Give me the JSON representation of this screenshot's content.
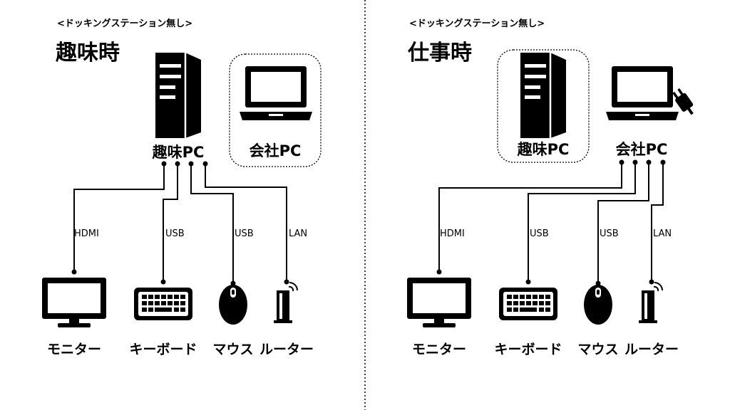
{
  "left_panel": {
    "subtitle": "<ドッキングステーション無し>",
    "title": "趣味時",
    "tower_label": "趣味PC",
    "laptop_label": "会社PC",
    "connections": {
      "hdmi": "HDMI",
      "usb_keyboard": "USB",
      "usb_mouse": "USB",
      "lan": "LAN"
    },
    "devices": {
      "monitor": "モニター",
      "keyboard": "キーボード",
      "mouse": "マウス",
      "router": "ルーター"
    }
  },
  "right_panel": {
    "subtitle": "<ドッキングステーション無し>",
    "title": "仕事時",
    "tower_label": "趣味PC",
    "laptop_label": "会社PC",
    "connections": {
      "hdmi": "HDMI",
      "usb_keyboard": "USB",
      "usb_mouse": "USB",
      "lan": "LAN"
    },
    "devices": {
      "monitor": "モニター",
      "keyboard": "キーボード",
      "mouse": "マウス",
      "router": "ルーター"
    }
  }
}
